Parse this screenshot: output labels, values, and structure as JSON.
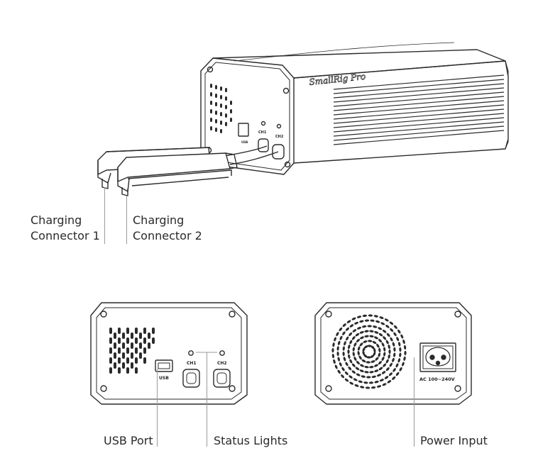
{
  "brand_logo_text": "SmallRig Pro",
  "product_labels": {
    "usb_marking": "USB",
    "ch1_marking": "CH1",
    "ch2_marking": "CH2",
    "ch1_top_marking": "CH1",
    "ch2_top_marking": "CH2",
    "ac_marking": "AC 100~240V"
  },
  "callouts": {
    "charging_connector_1": [
      "Charging",
      "Connector 1"
    ],
    "charging_connector_2": [
      "Charging",
      "Connector 2"
    ],
    "usb_port": "USB Port",
    "status_lights": "Status Lights",
    "power_input": "Power Input"
  },
  "colors": {
    "line": "#2b2b2b",
    "leader": "#9a9a9a",
    "text": "#2a2a2a"
  }
}
